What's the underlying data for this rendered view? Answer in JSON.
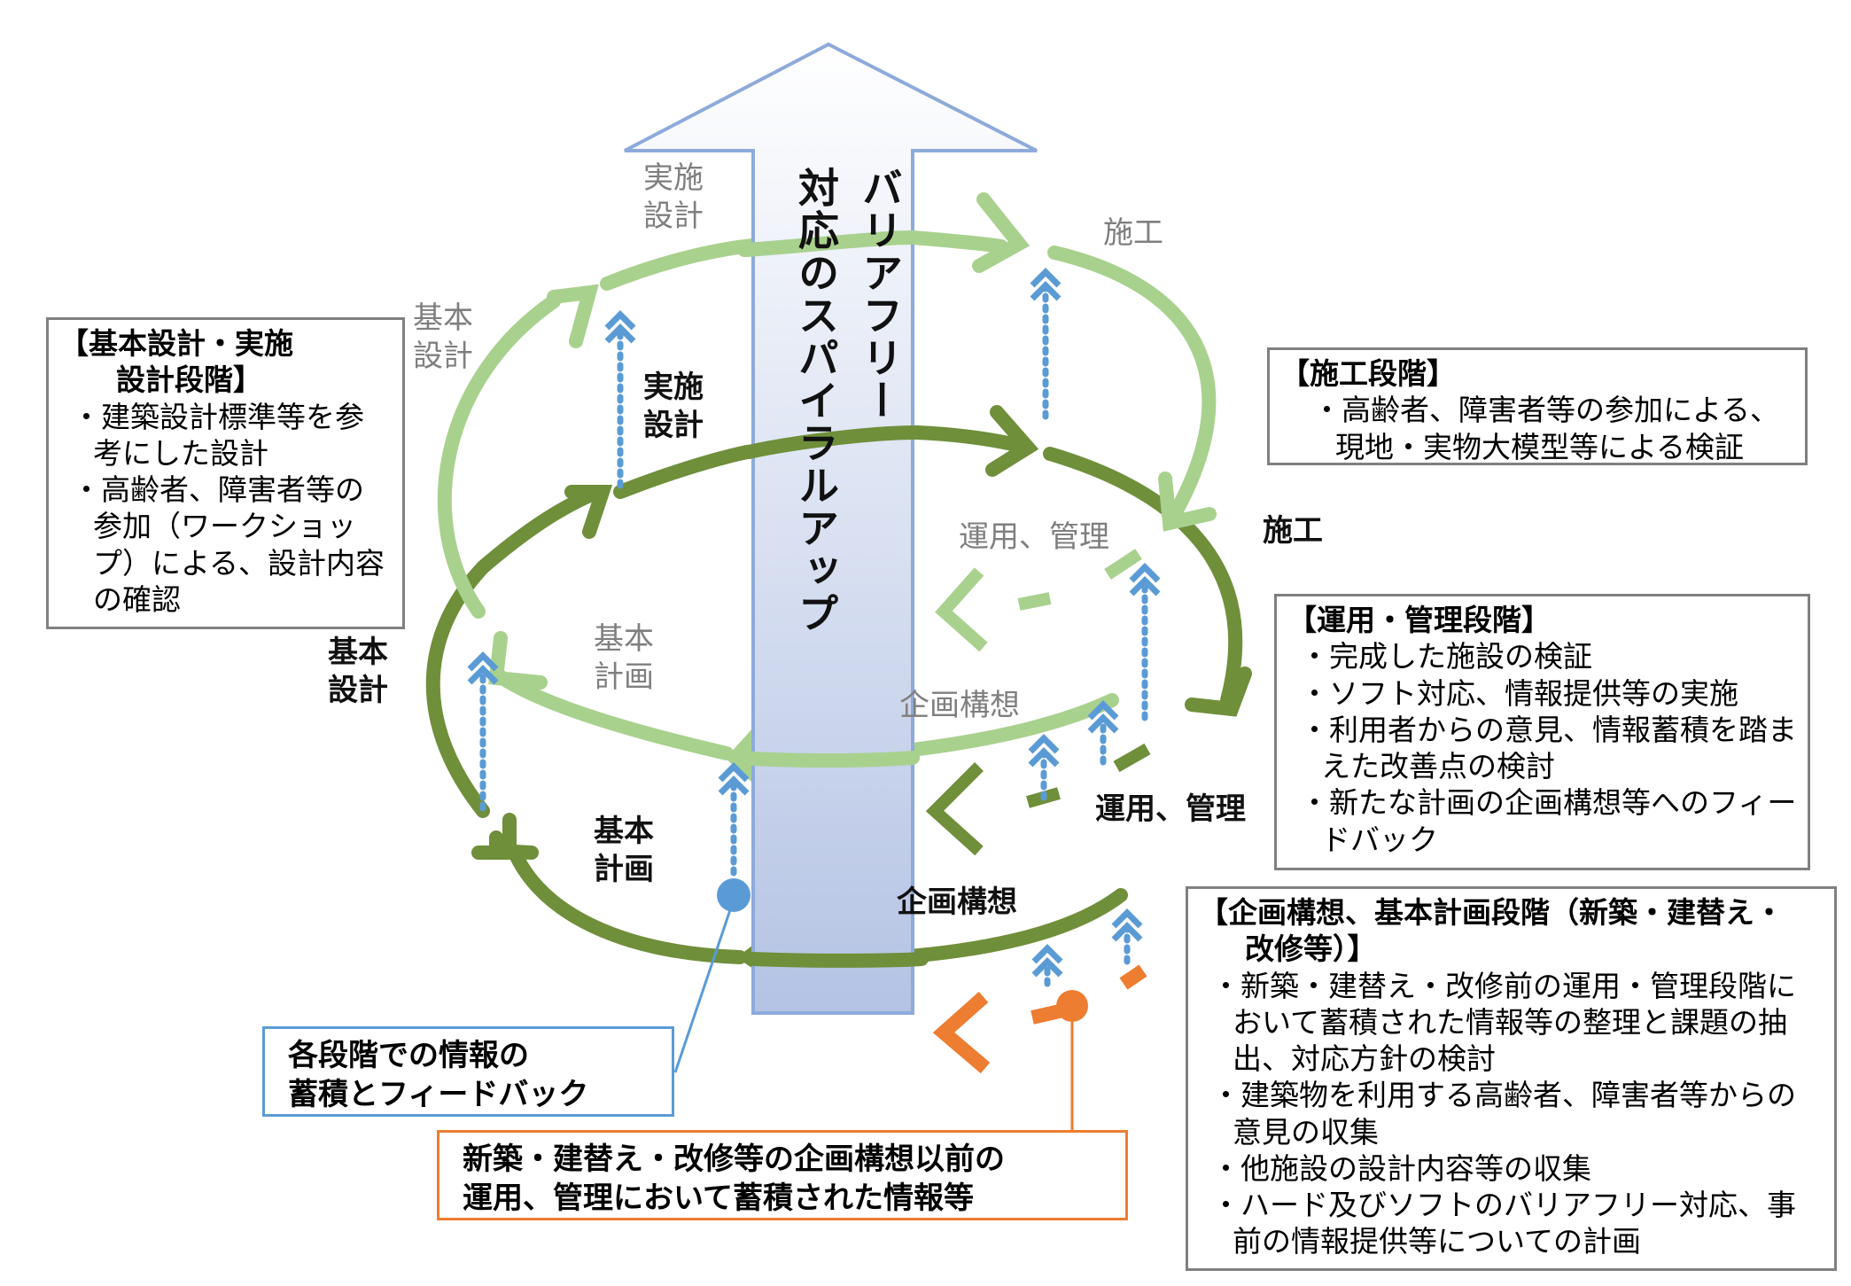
{
  "spiral_title": [
    "バリアフリー",
    "対応のスパイラルアップ"
  ],
  "upper_cycle": {
    "detailed_design": [
      "実施",
      "設計"
    ],
    "construction": "施工",
    "operation": "運用、管理",
    "planning_concept": "企画構想",
    "basic_plan": [
      "基本",
      "計画"
    ],
    "basic_design": [
      "基本",
      "設計"
    ]
  },
  "lower_cycle": {
    "detailed_design": [
      "実施",
      "設計"
    ],
    "construction": "施工",
    "operation": "運用、管理",
    "planning_concept": "企画構想",
    "basic_plan": [
      "基本",
      "計画"
    ],
    "basic_design": [
      "基本",
      "設計"
    ]
  },
  "boxes": {
    "design": {
      "title": [
        "【基本設計・実施",
        "設計段階】"
      ],
      "bullets": [
        "・建築設計標準等を参考にした設計",
        "・高齢者、障害者等の参加（ワークショップ）による、設計内容の確認"
      ]
    },
    "construction": {
      "title": "【施工段階】",
      "bullets": [
        "・高齢者、障害者等の参加による、現地・実物大模型等による検証"
      ]
    },
    "operation": {
      "title": "【運用・管理段階】",
      "bullets": [
        "・完成した施設の検証",
        "・ソフト対応、情報提供等の実施",
        "・利用者からの意見、情報蓄積を踏まえた改善点の検討",
        "・新たな計画の企画構想等へのフィードバック"
      ]
    },
    "planning": {
      "title": [
        "【企画構想、基本計画段階（新築・建替え・",
        "改修等）】"
      ],
      "bullets": [
        "・新築・建替え・改修前の運用・管理段階において蓄積された情報等の整理と課題の抽出、対応方針の検討",
        "・建築物を利用する高齢者、障害者等からの意見の収集",
        "・他施設の設計内容等の収集",
        "・ハード及びソフトのバリアフリー対応、事前の情報提供等についての計画"
      ]
    }
  },
  "notes": {
    "feedback": [
      "各段階での情報の",
      "蓄積とフィードバック"
    ],
    "prior_info": [
      "新築・建替え・改修等の企画構想以前の",
      "運用、管理において蓄積された情報等"
    ]
  },
  "colors": {
    "light_green": "#a9d18e",
    "dark_green": "#6f8f3a",
    "blue_dots": "#5b9bd5",
    "orange": "#ed7d31",
    "arrow_outline": "#8eaadb",
    "box_border": "#808080"
  }
}
